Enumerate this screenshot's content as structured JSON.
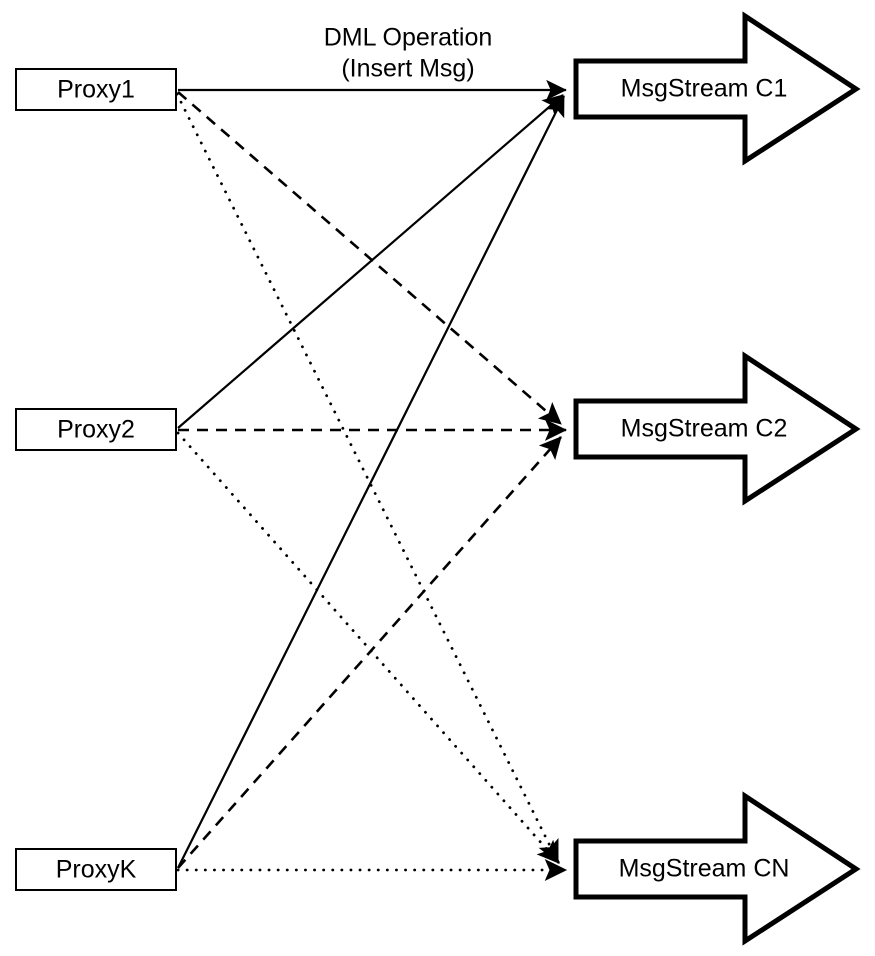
{
  "diagram": {
    "title": "DML Operation Proxy to MsgStream routing",
    "background_color": "#ffffff",
    "stroke_color": "#000000",
    "annotation": {
      "line1": "DML Operation",
      "line2": "(Insert Msg)"
    },
    "proxies": [
      {
        "id": "proxy1",
        "label": "Proxy1"
      },
      {
        "id": "proxy2",
        "label": "Proxy2"
      },
      {
        "id": "proxyK",
        "label": "ProxyK"
      }
    ],
    "streams": [
      {
        "id": "c1",
        "label": "MsgStream C1",
        "line_style": "solid"
      },
      {
        "id": "c2",
        "label": "MsgStream C2",
        "line_style": "dashed"
      },
      {
        "id": "cn",
        "label": "MsgStream CN",
        "line_style": "dotted"
      }
    ],
    "edges": [
      {
        "from": "proxy1",
        "to": "c1",
        "style": "solid"
      },
      {
        "from": "proxy1",
        "to": "c2",
        "style": "dashed"
      },
      {
        "from": "proxy1",
        "to": "cn",
        "style": "dotted"
      },
      {
        "from": "proxy2",
        "to": "c1",
        "style": "solid"
      },
      {
        "from": "proxy2",
        "to": "c2",
        "style": "dashed"
      },
      {
        "from": "proxy2",
        "to": "cn",
        "style": "dotted"
      },
      {
        "from": "proxyK",
        "to": "c1",
        "style": "solid"
      },
      {
        "from": "proxyK",
        "to": "c2",
        "style": "dashed"
      },
      {
        "from": "proxyK",
        "to": "cn",
        "style": "dotted"
      }
    ]
  }
}
